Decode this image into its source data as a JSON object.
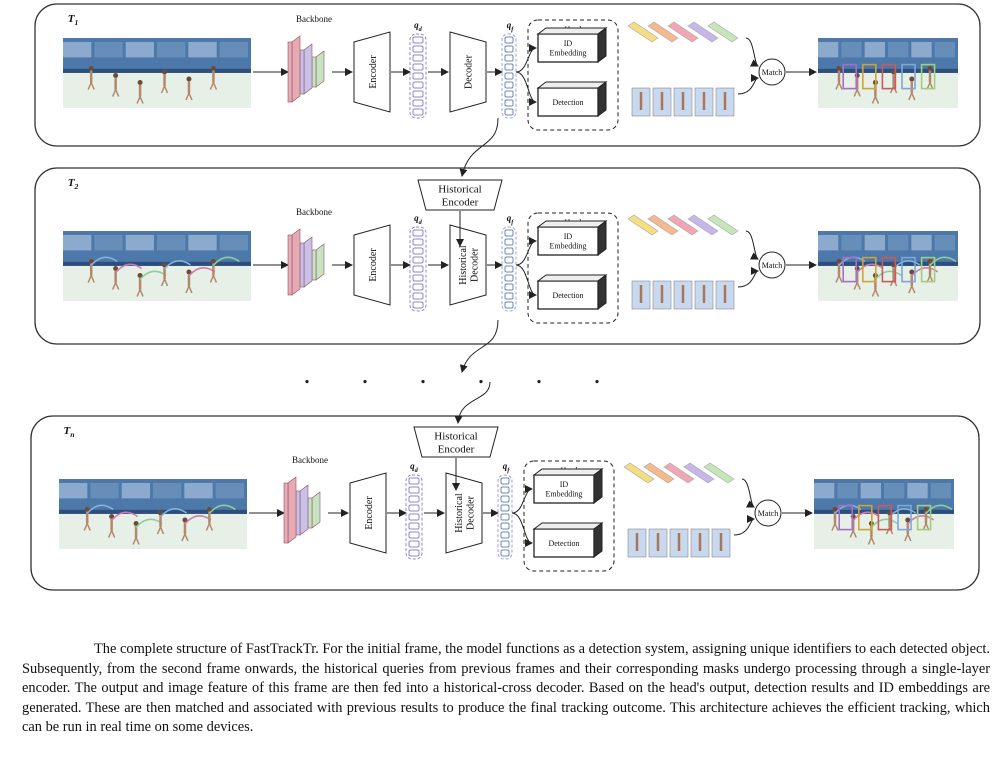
{
  "figure": {
    "stages": [
      {
        "id": "t1",
        "label": "T",
        "sub": "1",
        "decoder_lines": [
          "Decoder"
        ],
        "has_historical_encoder": false
      },
      {
        "id": "t2",
        "label": "T",
        "sub": "2",
        "decoder_lines": [
          "Historical",
          "Decoder"
        ],
        "has_historical_encoder": true
      },
      {
        "id": "tn",
        "label": "T",
        "sub": "n",
        "decoder_lines": [
          "Historical",
          "Decoder"
        ],
        "has_historical_encoder": true
      }
    ],
    "backbone_label": "Backbone",
    "encoder_label": "Encoder",
    "query_d": {
      "main": "q",
      "sub": "d"
    },
    "query_f": {
      "main": "q",
      "sub": "f"
    },
    "head_label": "Head",
    "id_embedding_lines": [
      "ID",
      "Embedding"
    ],
    "detection_label": "Detection",
    "match_label": "Match",
    "historical_encoder_lines": [
      "Historical",
      "Encoder"
    ],
    "ellipsis": ". . . . . ."
  },
  "colors": {
    "backbone_layers": [
      "#e8a9b4",
      "#c9c1ea",
      "#c6e3c2"
    ],
    "query_border": "#8f87c9",
    "embedding_bars": [
      "#f5dd82",
      "#f6b88f",
      "#f2a6b4",
      "#c7b6ea",
      "#c6e6b9"
    ],
    "court_sky": "#4c78aa",
    "court_floor": "#e6f0e6",
    "box_colors": [
      "#a66fc9",
      "#d0a23a",
      "#c95b5b",
      "#7fa6d9",
      "#9fcf7f"
    ]
  },
  "caption": "The complete structure of FastTrackTr. For the initial frame, the model functions as a detection system, assigning unique identifiers to each detected object. Subsequently, from the second frame onwards, the historical queries from previous frames and their corresponding masks undergo processing through a single-layer encoder. The output and image feature of this frame are then fed into a historical-cross decoder. Based on the head's output, detection results and ID embeddings are generated. These are then matched and associated with previous results to produce the final tracking outcome. This architecture achieves the efficient tracking, which can be run in real time on some devices."
}
